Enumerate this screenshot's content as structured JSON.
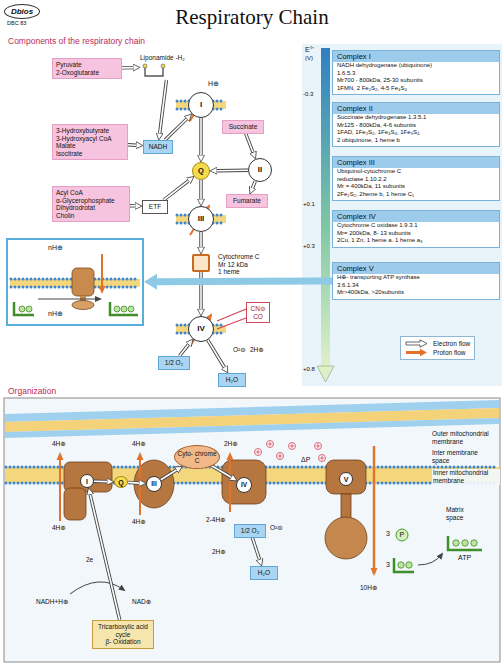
{
  "diagram": {
    "title": "Respiratory Chain",
    "nodes": [
      {
        "text": [
          "Dbios"
        ]
      },
      {
        "text": [
          "Pyruvate",
          "2-Oxoglutarate"
        ]
      },
      {
        "text": [
          "Liponamide -H₂"
        ]
      },
      {
        "text": [
          "3-Hydroxybutyrate",
          "3-Hydroxyacyl CoA",
          "Malate",
          "Isocitrate"
        ]
      },
      {
        "text": [
          "NADH"
        ]
      },
      {
        "text": [
          "I"
        ]
      },
      {
        "text": [
          "Q"
        ]
      },
      {
        "text": [
          "Succinate"
        ]
      },
      {
        "text": [
          "II"
        ]
      },
      {
        "text": [
          "Fumarate"
        ]
      },
      {
        "text": [
          "Acyl CoA",
          "α-Glycerophosphate",
          "Dihydrodrotat",
          "Cholin"
        ]
      },
      {
        "text": [
          "ETF"
        ]
      },
      {
        "text": [
          "III"
        ]
      },
      {
        "text": [
          "Cytochrome C",
          "Mr 12 kDa",
          "1 heme"
        ]
      },
      {
        "text": [
          "IV"
        ]
      },
      {
        "text": [
          "CN⊖",
          "CO"
        ]
      },
      {
        "text": [
          "1/2 O₂"
        ]
      },
      {
        "text": [
          "H₂O"
        ]
      },
      {
        "text": [
          "nH⊕",
          "nH⊕"
        ]
      },
      {
        "text": [
          "Complex I",
          "NADH dehydrogenase (ubiquinone)",
          "1.6.5.3",
          "Mr700 - 800kDa, 25-30 subunits",
          "1FMN, 2 Fe₂S₂, 4-5 Fe₄S₄"
        ]
      },
      {
        "text": [
          "Complex II",
          "Succinate dehydrogenase 1.3.5.1",
          "Mr125 - 800kDa, 4-6 subunits",
          "1FAD, 1Fe₂S₂, 1Fe₄S₄, 1Fe₃S₄",
          "2 ubiquinone, 1 heme b"
        ]
      },
      {
        "text": [
          "Complex III",
          "Ubiquinol-cytochrome C",
          "reductase 1.10.2.2",
          "Mr = 400kDa, 11 subunits",
          "2Fe₂S₂, 2heme b, 1 heme C₁"
        ]
      },
      {
        "text": [
          "Complex IV",
          "Cytochrome C oxidase 1.9.3.1",
          "Mr= 200kDa, 8- 13 subunits",
          "2Cu, 1 Zn, 1 heme a. 1 heme a₃"
        ]
      },
      {
        "text": [
          "Complex V",
          "H⊕- transporting ATP synthase",
          "3.6.1.34",
          "Mr>400kDa, >20subunits"
        ]
      },
      {
        "text": [
          "I"
        ]
      },
      {
        "text": [
          "Q"
        ]
      },
      {
        "text": [
          "III"
        ]
      },
      {
        "text": [
          "Cyto- chrome C"
        ]
      },
      {
        "text": [
          "IV"
        ]
      },
      {
        "text": [
          "V"
        ]
      },
      {
        "text": [
          "Tricarboxylic acid cycle",
          "β- Oxidation"
        ]
      },
      {
        "text": [
          "1/2 O₂"
        ]
      },
      {
        "text": [
          "H₂O"
        ]
      }
    ],
    "edges": [
      {
        "from": 1,
        "to": 2,
        "arrow": "to"
      },
      {
        "from": 2,
        "to": 4,
        "arrow": "to"
      },
      {
        "from": 3,
        "to": 4,
        "arrow": "to"
      },
      {
        "from": 4,
        "to": 5,
        "arrow": "to"
      },
      {
        "from": 5,
        "to": 6,
        "arrow": "to"
      },
      {
        "from": 7,
        "to": 8,
        "arrow": "to"
      },
      {
        "from": 8,
        "to": 9,
        "arrow": "to"
      },
      {
        "from": 8,
        "to": 6,
        "arrow": "to"
      },
      {
        "from": 10,
        "to": 11,
        "arrow": "to"
      },
      {
        "from": 11,
        "to": 6,
        "arrow": "to"
      },
      {
        "from": 6,
        "to": 12,
        "arrow": "to"
      },
      {
        "from": 12,
        "to": 13,
        "arrow": "to"
      },
      {
        "from": 13,
        "to": 14,
        "arrow": "to"
      },
      {
        "from": 16,
        "to": 14,
        "arrow": "to"
      },
      {
        "from": 14,
        "to": 17,
        "arrow": "to"
      },
      {
        "from": 23,
        "to": 18,
        "arrow": "to"
      },
      {
        "from": 30,
        "to": 24,
        "arrow": "to"
      },
      {
        "from": 24,
        "to": 25,
        "arrow": "to"
      },
      {
        "from": 25,
        "to": 26,
        "arrow": "to"
      },
      {
        "from": 26,
        "to": 27,
        "arrow": "to"
      },
      {
        "from": 27,
        "to": 28,
        "arrow": "to"
      },
      {
        "from": 31,
        "to": 32,
        "arrow": "to"
      }
    ],
    "labels": [
      "DBC 83",
      "Components of the respiratory chain",
      "H⊕",
      "O²⊖",
      "2H⊕",
      "E°'",
      "(V)",
      "-0.3",
      "+0.1",
      "+0.3",
      "+0.8",
      "Organization",
      "Outer mitochondrial membrane",
      "Inter membrane space",
      "Inner mitochondrial membrane",
      "Matrix space",
      "4H⊕",
      "4H⊕",
      "2H⊕",
      "ΔP",
      "4H⊕",
      "4H⊕",
      "2-4H⊕",
      "2H⊕",
      "O²⊖",
      "2e",
      "NADH+H⊕",
      "NAD⊕",
      "3",
      "P",
      "3",
      "ATP",
      "10H⊕"
    ],
    "legend": [
      {
        "text": "Electron flow"
      },
      {
        "text": "Proton flow"
      }
    ]
  }
}
